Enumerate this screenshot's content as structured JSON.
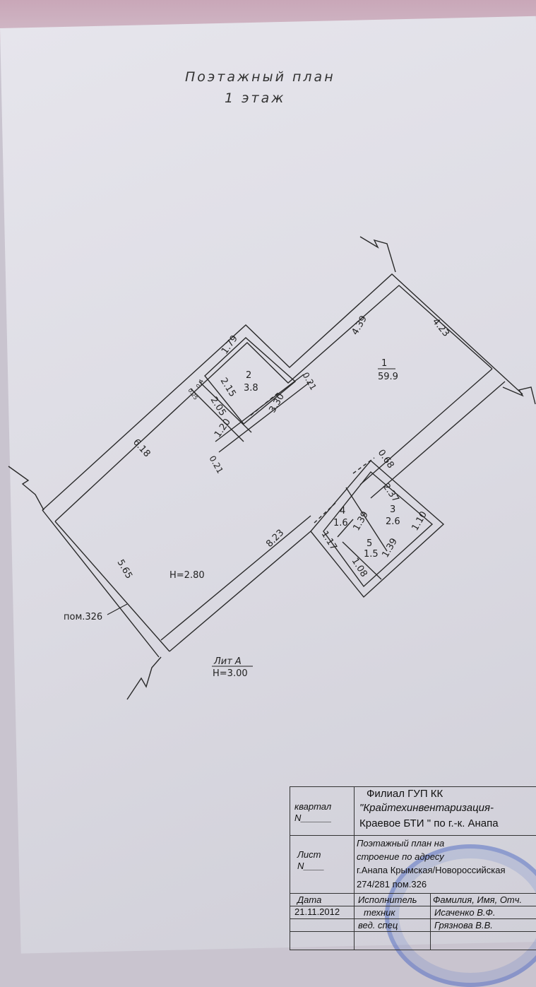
{
  "header": {
    "title": "Поэтажный план",
    "floor": "1 этаж"
  },
  "rooms": [
    {
      "number": "1",
      "area": "59.9"
    },
    {
      "number": "2",
      "area": "3.8"
    },
    {
      "number": "3",
      "area": "2.6"
    },
    {
      "number": "4",
      "area": "1.6"
    },
    {
      "number": "5",
      "area": "1.5"
    }
  ],
  "dimensions": {
    "d618": "6.18",
    "d439": "4.39",
    "d423": "4.23",
    "d179": "1.79",
    "d215": "2.15",
    "d205": "2.05",
    "d120": "1.20",
    "d330": "3.30",
    "d021a": "0.21",
    "d021b": "0.21",
    "d025": "0.25",
    "d04": "0.4",
    "d068": "0.68",
    "d237": "2.37",
    "d110": "1.10",
    "d139a": "1.39",
    "d139b": "1.39",
    "d117": "1.17",
    "d108": "1.08",
    "d823": "8.23",
    "d565": "5.65"
  },
  "annotations": {
    "height_room": "H=2.80",
    "room_ref": "пом.326",
    "lit": "Лит А",
    "height_lit": "H=3.00"
  },
  "title_block": {
    "kvartal": "квартал",
    "kvartal_n": "N______",
    "org_1": "Филиал ГУП КК",
    "org_2": "\"Крайтехинвентаризация-",
    "org_3": "Краевое БТИ \" по г.-к. Анапа",
    "list": "Лист",
    "list_n": "N____",
    "desc_1": "Поэтажный план на",
    "desc_2": "строение по адресу",
    "desc_3": "г.Анапа Крымская/Новороссийская",
    "desc_4": "274/281 пом.326",
    "date_label": "Дата",
    "date": "21.11.2012",
    "executor": "Исполнитель",
    "fio": "Фамилия, Имя, Отч.",
    "role_1": "техник",
    "name_1": "Исаченко В.Ф.",
    "role_2": "вед. спец",
    "name_2": "Грязнова В.В."
  }
}
